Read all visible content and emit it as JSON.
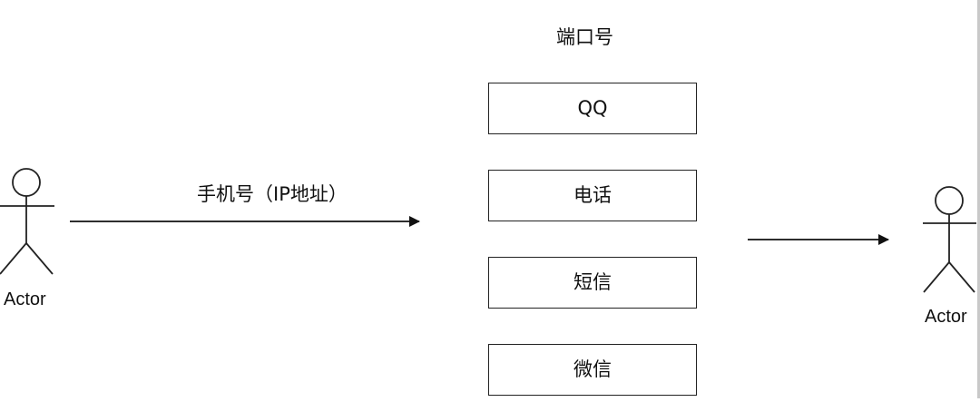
{
  "diagram": {
    "title": "端口号",
    "edge_label": "手机号（IP地址）",
    "actors": [
      {
        "label": "Actor"
      },
      {
        "label": "Actor"
      }
    ],
    "ports": [
      {
        "label": "QQ"
      },
      {
        "label": "电话"
      },
      {
        "label": "短信"
      },
      {
        "label": "微信"
      }
    ]
  }
}
